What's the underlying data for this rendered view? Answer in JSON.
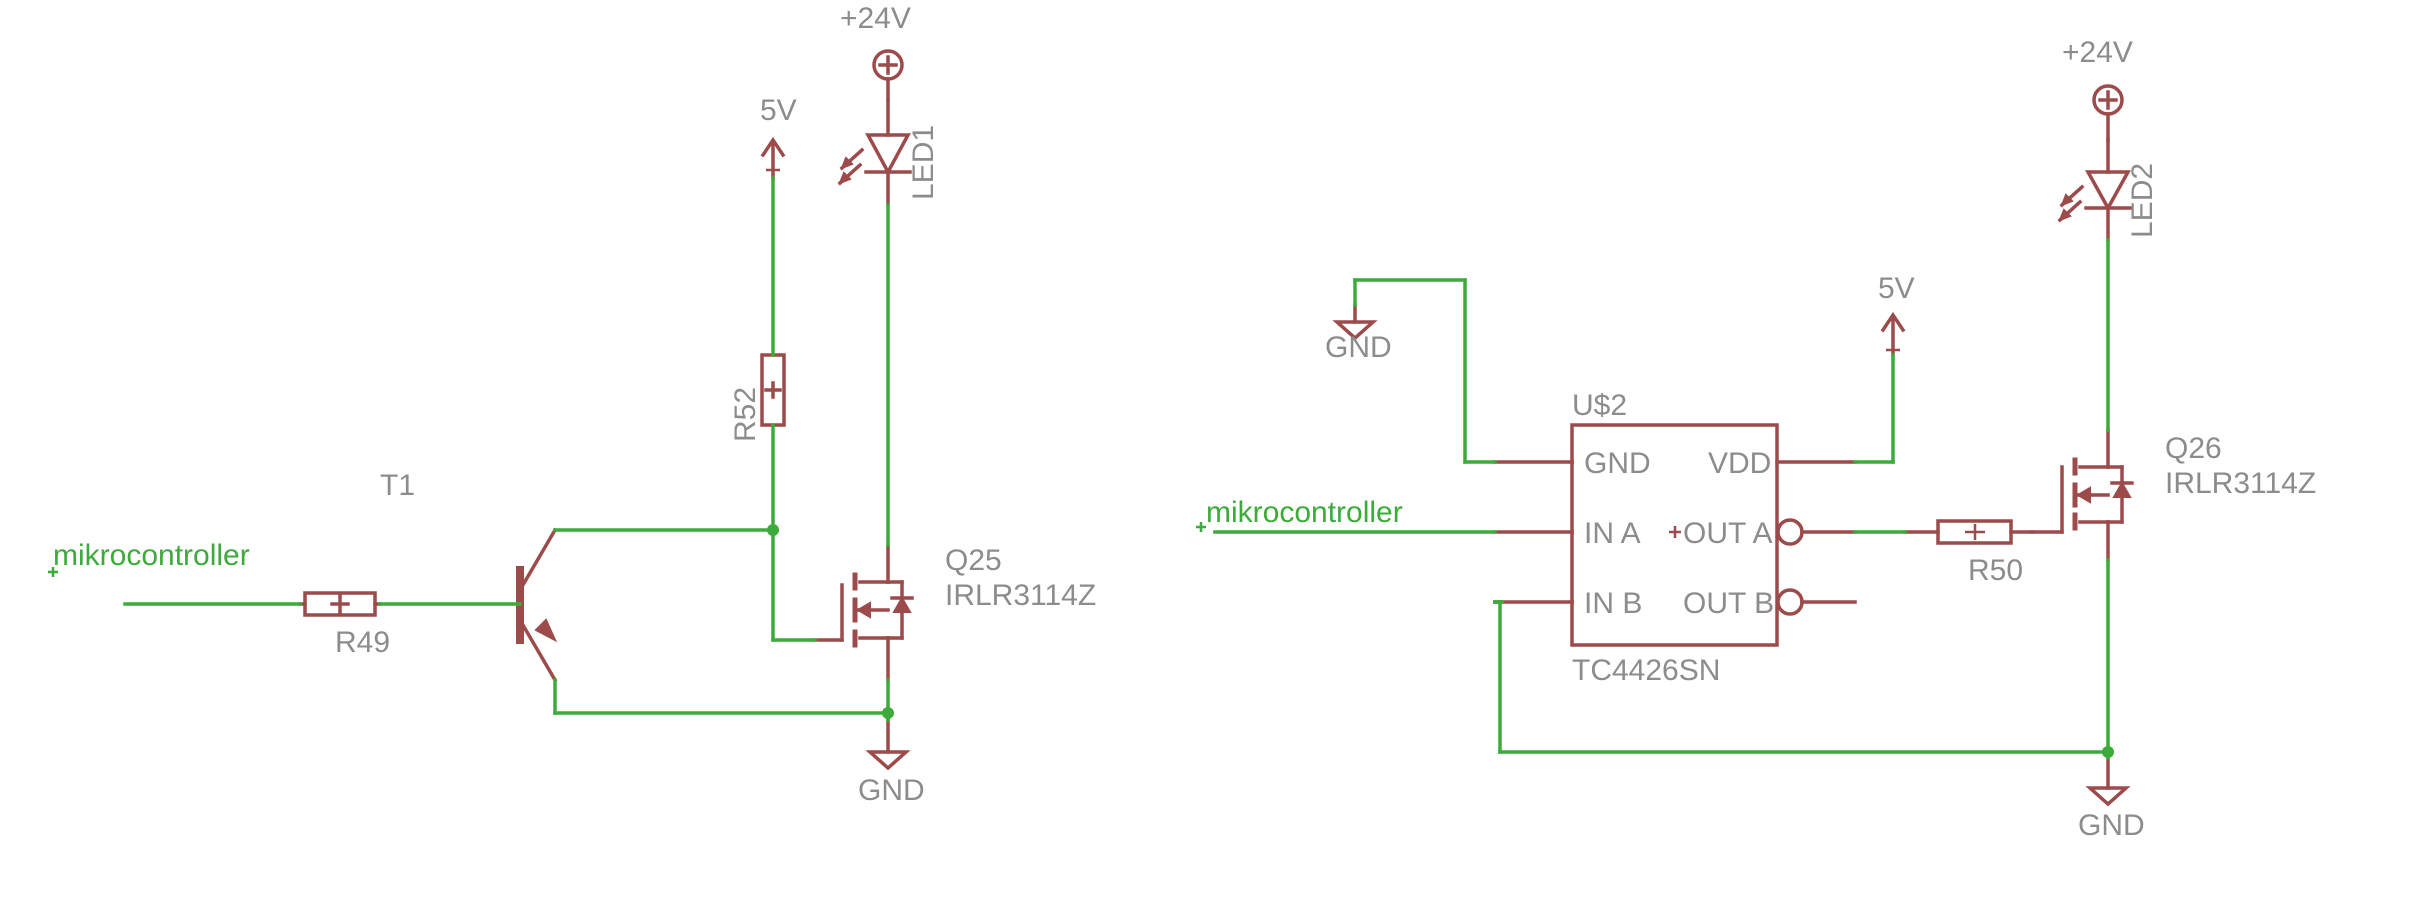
{
  "left_circuit": {
    "supply_24v": "+24V",
    "supply_5v": "5V",
    "led": "LED1",
    "r52": "R52",
    "transistor": "T1",
    "net_input": "mikrocontroller",
    "r49": "R49",
    "mosfet_name": "Q25",
    "mosfet_value": "IRLR3114Z",
    "gnd": "GND"
  },
  "right_circuit": {
    "supply_24v": "+24V",
    "led": "LED2",
    "gnd_top": "GND",
    "supply_5v": "5V",
    "ic_name": "U$2",
    "ic_value": "TC4426SN",
    "pins": {
      "gnd": "GND",
      "vdd": "VDD",
      "in_a": "IN A",
      "out_a": "OUT A",
      "in_b": "IN B",
      "out_b": "OUT B"
    },
    "net_input": "mikrocontroller",
    "r50": "R50",
    "mosfet_name": "Q26",
    "mosfet_value": "IRLR3114Z",
    "gnd": "GND"
  },
  "colors": {
    "wire": "#3cab3c",
    "part": "#9c4a4a",
    "label": "#8c8c8c"
  }
}
